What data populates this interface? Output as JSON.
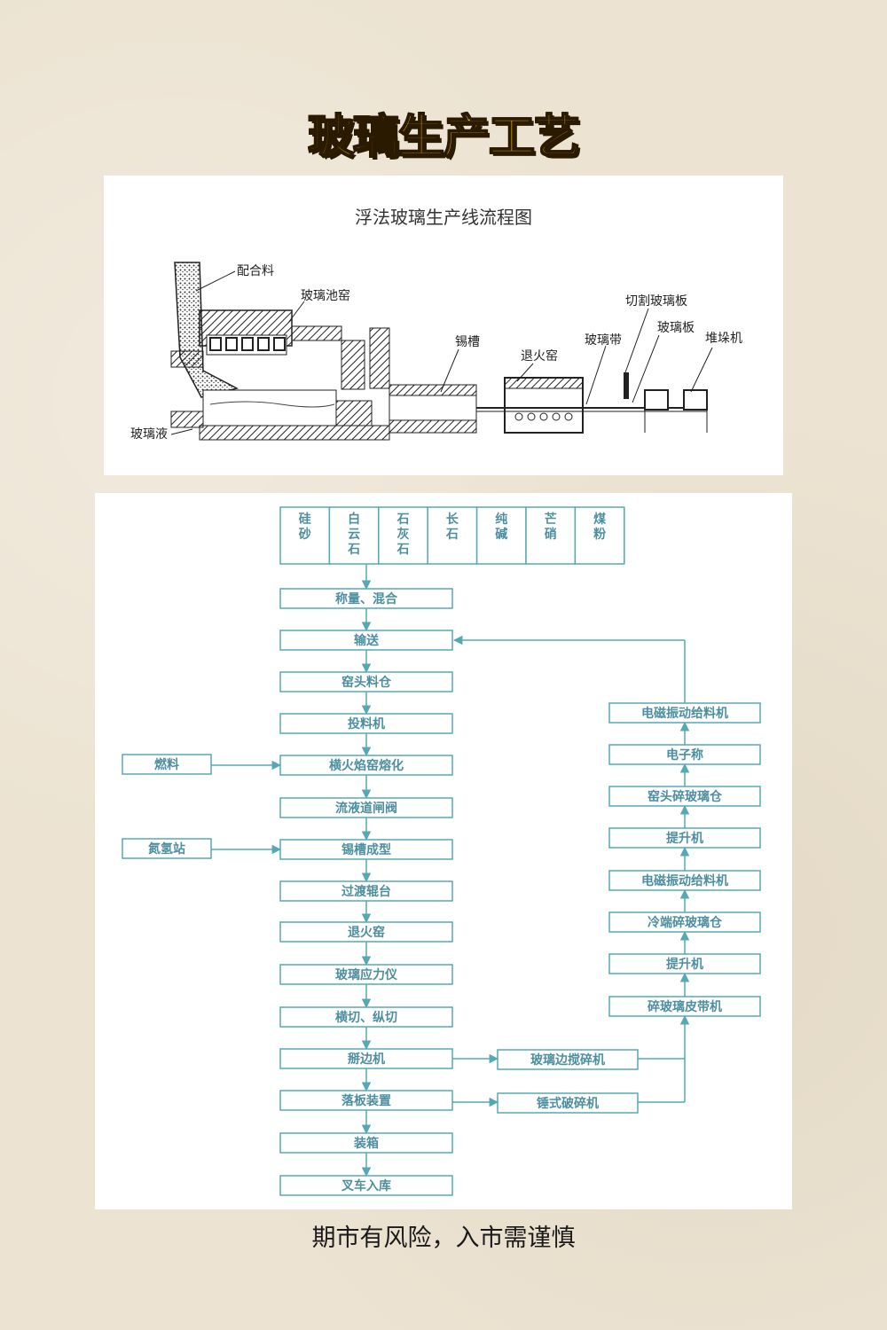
{
  "title": "玻璃生产工艺",
  "footer": "期市有风险，入市需谨慎",
  "furnace_diagram": {
    "title": "浮法玻璃生产线流程图",
    "labels": {
      "batch": "配合料",
      "furnace": "玻璃池窑",
      "tin_bath": "锡槽",
      "lehr": "退火窑",
      "ribbon": "玻璃带",
      "cut": "切割玻璃板",
      "sheet": "玻璃板",
      "stacker": "堆垛机",
      "melt": "玻璃液"
    }
  },
  "flowchart": {
    "materials": [
      "硅\n砂",
      "白\n云\n石",
      "石\n灰\n石",
      "长\n石",
      "纯\n碱",
      "芒\n硝",
      "煤\n粉"
    ],
    "main": [
      "称量、混合",
      "输送",
      "窑头料仓",
      "投料机",
      "横火焰窑熔化",
      "流液道闸阀",
      "锡槽成型",
      "过渡辊台",
      "退火窑",
      "玻璃应力仪",
      "横切、纵切",
      "掰边机",
      "落板装置",
      "装箱",
      "叉车入库"
    ],
    "side_left": [
      "燃料",
      "氮氢站"
    ],
    "middle": [
      "玻璃边搅碎机",
      "锤式破碎机"
    ],
    "right": [
      "电磁振动给料机",
      "电子称",
      "窑头碎玻璃仓",
      "提升机",
      "电磁振动给料机",
      "冷端碎玻璃仓",
      "提升机",
      "碎玻璃皮带机"
    ],
    "colors": {
      "line": "#56a8b6",
      "text": "#4d8fa0"
    }
  }
}
